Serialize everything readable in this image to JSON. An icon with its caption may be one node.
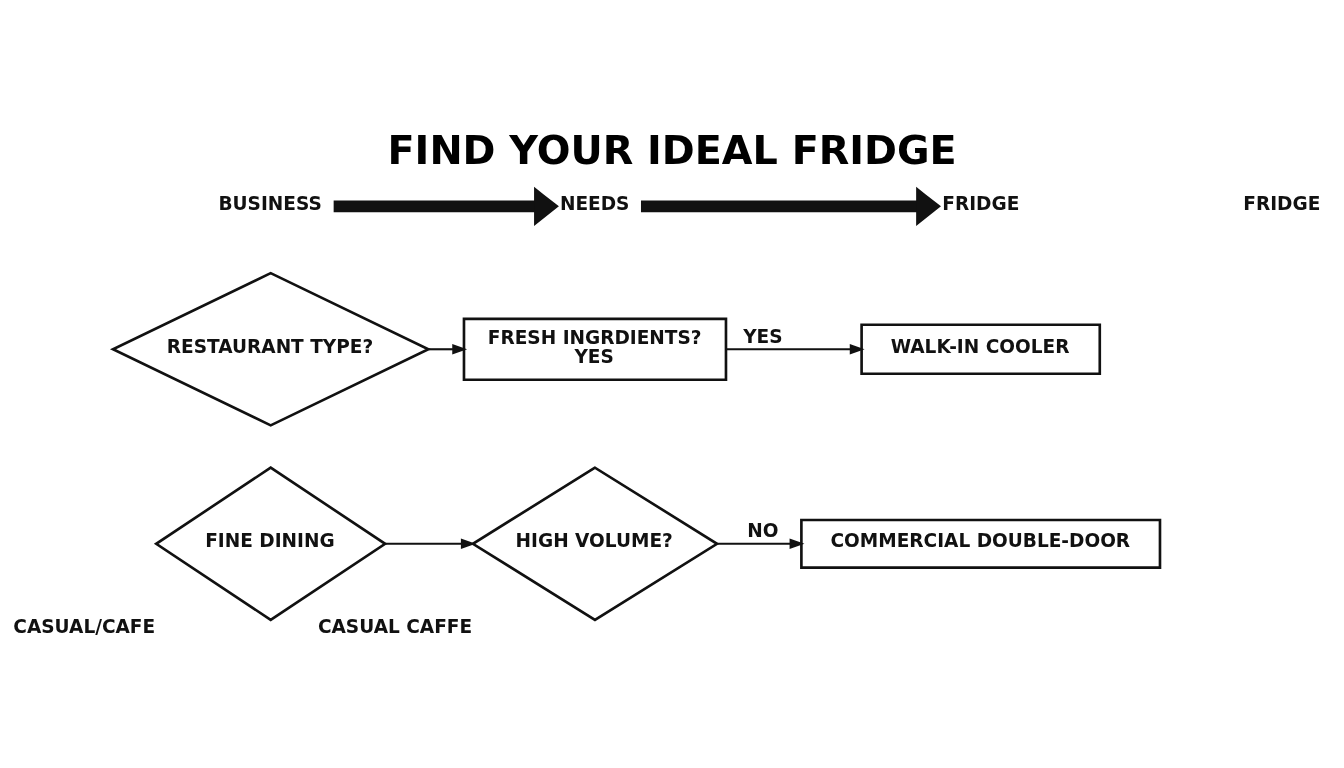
{
  "diagram": {
    "title": "FIND YOUR IDEAL FRIDGE",
    "nodes": [
      {
        "text": [
          "BUSINESS"
        ]
      },
      {
        "text": [
          "NEEDS"
        ]
      },
      {
        "text": [
          "FRIDGE"
        ]
      },
      {
        "text": [
          "FRIDGE"
        ]
      },
      {
        "text": [
          "RESTAURANT TYPE?"
        ]
      },
      {
        "text": [
          "FRESH INGRDIENTS?",
          "YES"
        ]
      },
      {
        "text": [
          "WALK-IN COOLER"
        ]
      },
      {
        "text": [
          "FINE DINING"
        ],
        "beside": [
          "CASUAL/CAFE"
        ]
      },
      {
        "text": [
          "HIGH VOLUME?"
        ],
        "beside": [
          "CASUAL CAFFE"
        ]
      },
      {
        "text": [
          "COMMERCIAL DOUBLE-DOOR"
        ]
      }
    ],
    "edges": [
      {
        "from": 0,
        "to": 1,
        "arrow": "to",
        "style": "thick"
      },
      {
        "from": 1,
        "to": 2,
        "arrow": "to",
        "style": "thick"
      },
      {
        "from": 4,
        "to": 5,
        "arrow": "to"
      },
      {
        "from": 5,
        "to": 6,
        "arrow": "to",
        "label": "YES"
      },
      {
        "from": 7,
        "to": 8,
        "arrow": "to"
      },
      {
        "from": 8,
        "to": 9,
        "arrow": "to",
        "label": "NO"
      }
    ]
  }
}
